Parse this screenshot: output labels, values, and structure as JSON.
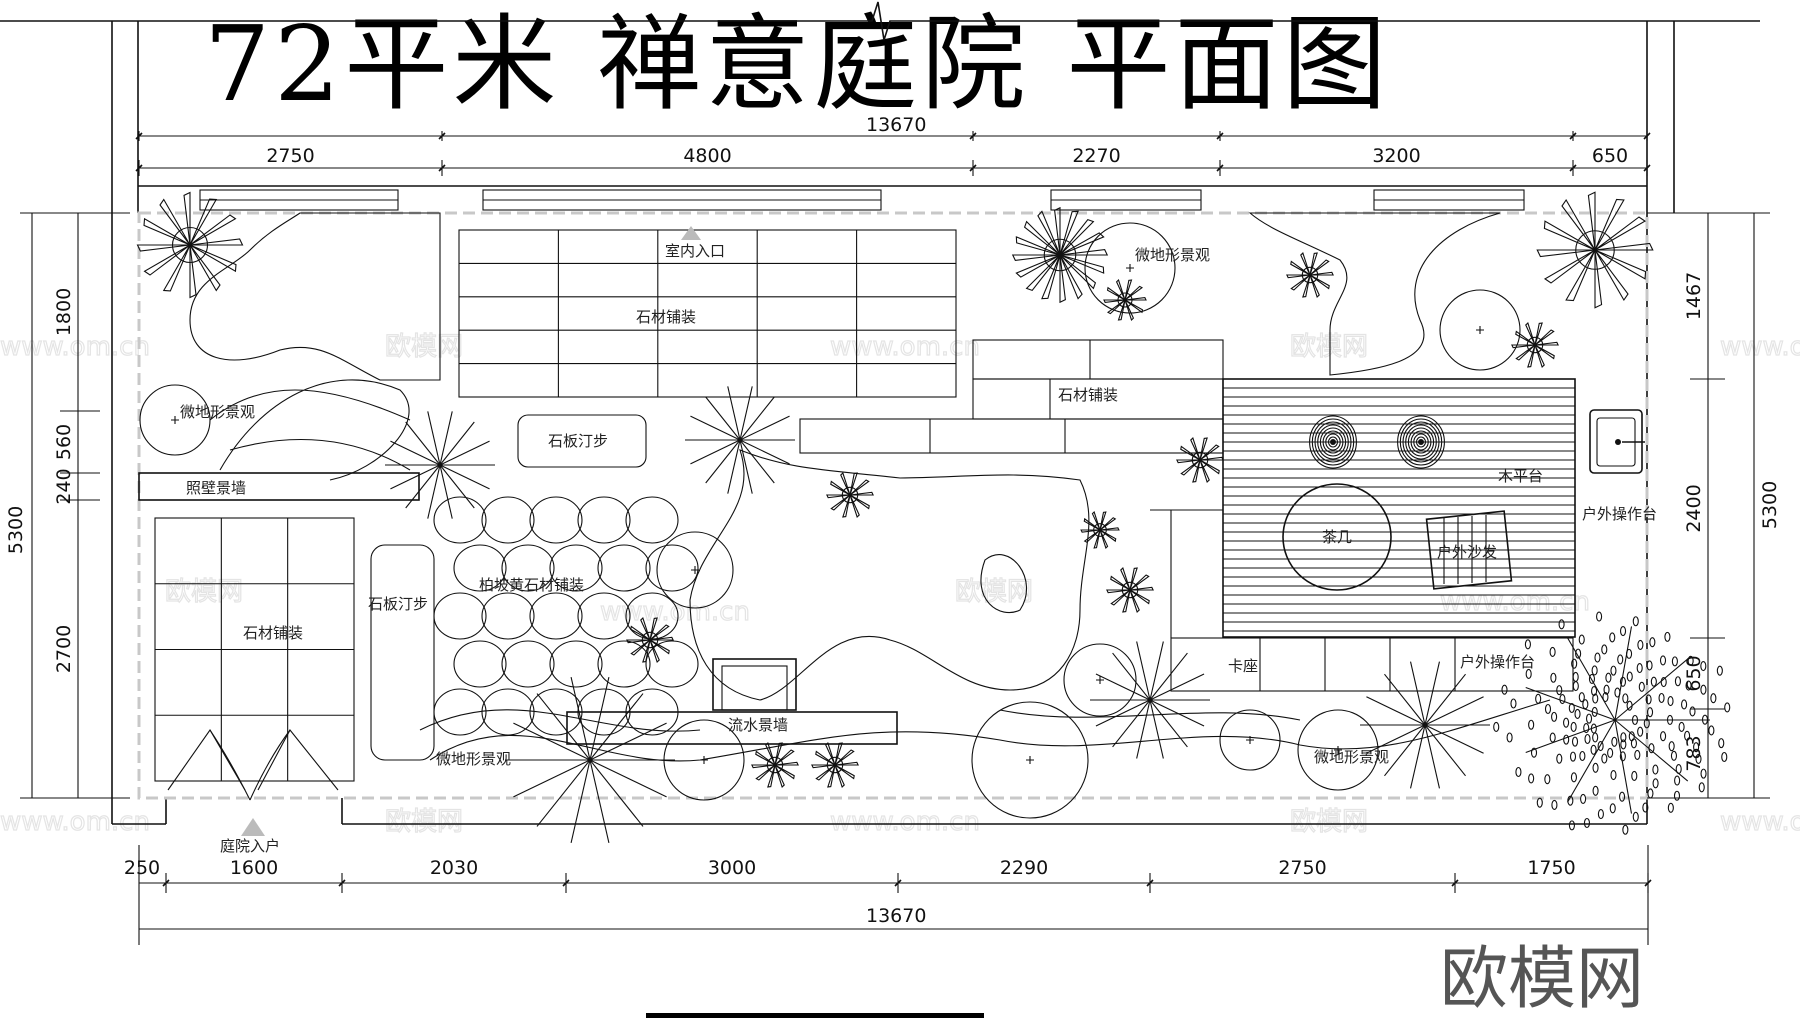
{
  "title": "72平米  禅意庭院  平面图",
  "dimensions": {
    "top_total": "13670",
    "top_segments": [
      "2750",
      "4800",
      "2270",
      "3200",
      "650"
    ],
    "bottom_total": "13670",
    "bottom_segments": [
      "250",
      "1600",
      "2030",
      "3000",
      "2290",
      "2750",
      "1750"
    ],
    "left_total": "5300",
    "left_segments": [
      "1800",
      "560",
      "240",
      "2700"
    ],
    "right_total": "5300",
    "right_segments": [
      "1467",
      "2400",
      "650",
      "783"
    ]
  },
  "labels": {
    "indoor_entrance": "室内入口",
    "stone_paving_top": "石材铺装",
    "stone_paving_mid": "石材铺装",
    "stone_paving_left": "石材铺装",
    "micro_terrain_left": "微地形景观",
    "micro_terrain_top_right": "微地形景观",
    "micro_terrain_bottom_left": "微地形景观",
    "micro_terrain_bottom_right": "微地形景观",
    "screen_wall": "照壁景墙",
    "stepping_stones_top": "石板汀步",
    "stepping_stones_left": "石板汀步",
    "yellow_stone_paving": "柏坡黄石材铺装",
    "water_wall": "流水景墙",
    "wood_deck": "木平台",
    "tea_table": "茶几",
    "outdoor_sofa": "户外沙发",
    "outdoor_counter": "户外操作台",
    "outdoor_counter_2": "户外操作台",
    "booth_seat": "卡座",
    "courtyard_entrance": "庭院入户"
  },
  "watermark": {
    "logo": "欧模网",
    "url": "www.om.cn"
  },
  "colors": {
    "line": "#111111",
    "boundary": "#c8c8c8",
    "watermark": "#555555"
  }
}
